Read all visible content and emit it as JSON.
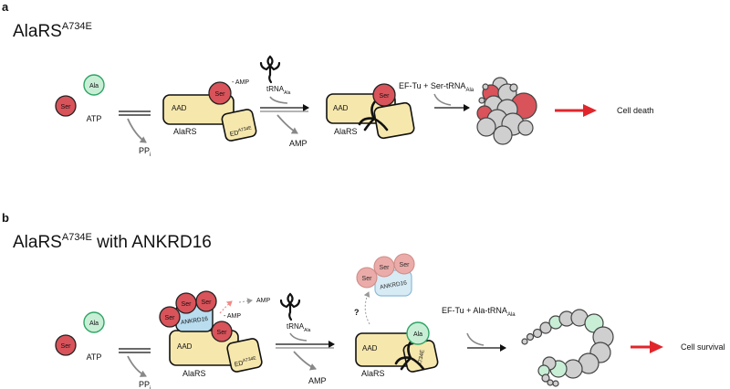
{
  "panel_a": {
    "letter": "a",
    "title_main": "AlaRS",
    "title_sup": "A734E",
    "ser": "Ser",
    "ala": "Ala",
    "atp": "ATP",
    "pp_main": "PP",
    "pp_sub": "i",
    "aad": "AAD",
    "ed": "ED",
    "ed_sup": "A734E",
    "alars": "AlaRS",
    "amp_tag": "- AMP",
    "trna_main": "tRNA",
    "trna_sub": "Ala",
    "amp": "AMP",
    "eftu_main": "EF-Tu + Ser-tRNA",
    "eftu_sub": "Ala",
    "outcome": "Cell death"
  },
  "panel_b": {
    "letter": "b",
    "title_main": "AlaRS",
    "title_sup": "A734E",
    "title_rest": " with ANKRD16",
    "ser": "Ser",
    "ala": "Ala",
    "atp": "ATP",
    "pp_main": "PP",
    "pp_sub": "i",
    "aad": "AAD",
    "ed": "ED",
    "ed_sup": "A734E",
    "alars": "AlaRS",
    "ankrd16": "ANKRD16",
    "amp_tag": "- AMP",
    "amp_released": "AMP",
    "trna_main": "tRNA",
    "trna_sub": "Ala",
    "amp": "AMP",
    "question": "?",
    "eftu_main": "EF-Tu + Ala-tRNA",
    "eftu_sub": "Ala",
    "outcome": "Cell survival"
  },
  "colors": {
    "ser": "#d9535a",
    "ser_faded": "#e9a4a0",
    "ala": "#c8efd6",
    "ala_stroke": "#2fa565",
    "enzyme": "#f6e7ad",
    "ankrd16": "#b9dcef",
    "ribosome": "#cfcfcf",
    "arrow_red": "#e0262c"
  }
}
